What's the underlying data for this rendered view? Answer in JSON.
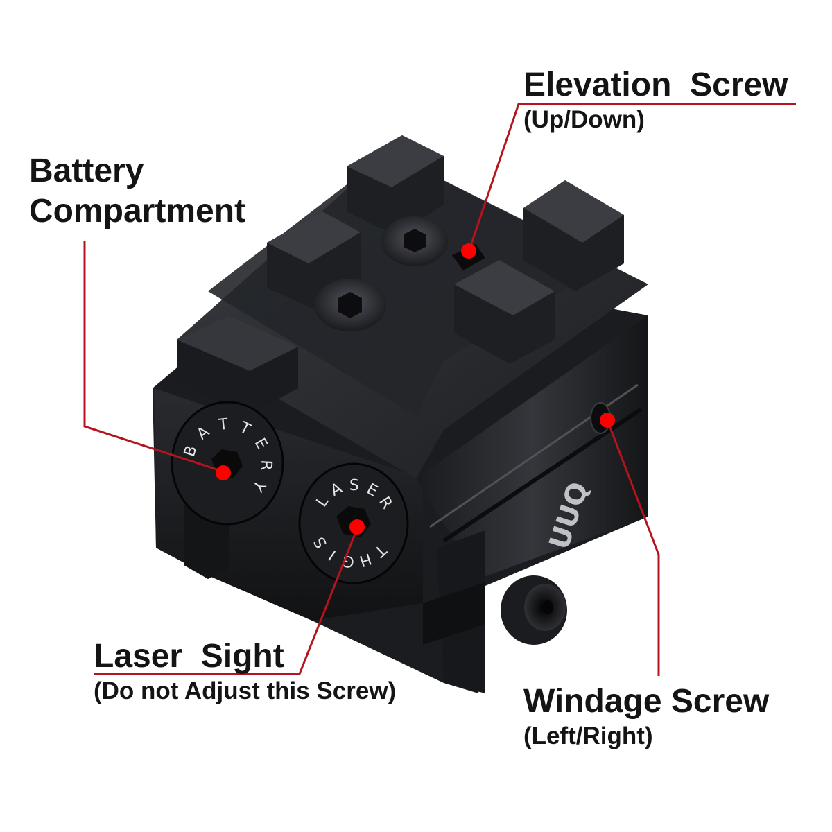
{
  "annotations": {
    "battery": {
      "title": "Battery",
      "title_line2": "Compartment"
    },
    "elevation": {
      "title": "Elevation  Screw",
      "subtitle": "(Up/Down)"
    },
    "laser": {
      "title": "Laser  Sight",
      "subtitle": "(Do not Adjust this Screw)"
    },
    "windage": {
      "title": "Windage Screw",
      "subtitle": "(Left/Right)"
    }
  },
  "device": {
    "left_knob": "BATTERY",
    "right_knob": [
      "LASER",
      "SIGHT"
    ],
    "brand": "UUQ"
  },
  "colors": {
    "leader_line": "#b4141e",
    "marker_dot": "#ff0000",
    "device_body": "#1b1c1f",
    "label_text": "#141414"
  }
}
